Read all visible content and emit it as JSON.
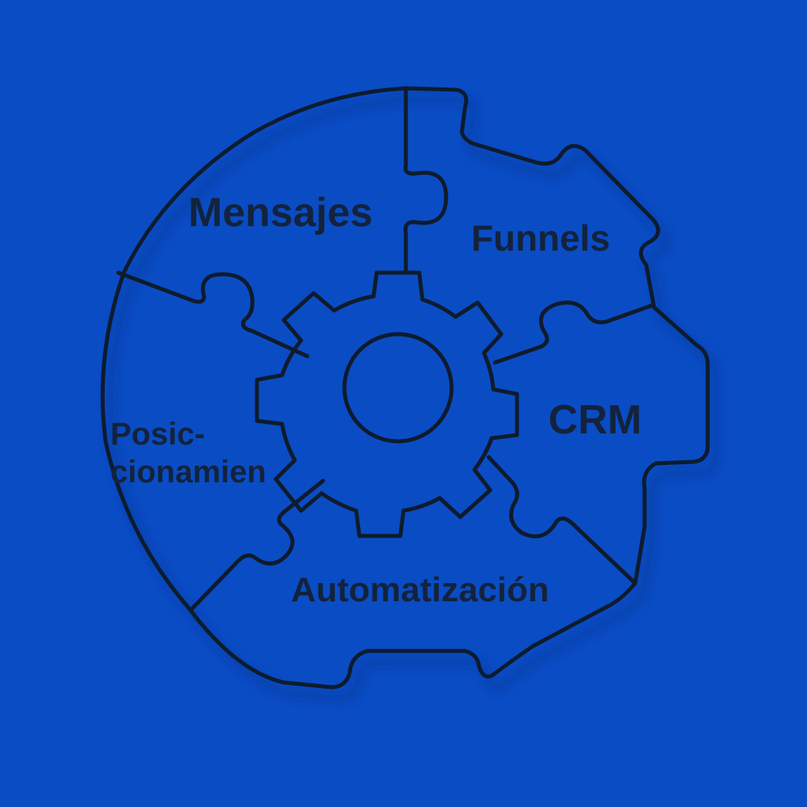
{
  "diagram": {
    "background_color": "#0a4cc4",
    "piece_color": "#f7f8fa",
    "outline_color": "#0f1b2d",
    "text_color": "#13233c",
    "center_icon": "gear-icon",
    "segments": [
      {
        "id": "mensajes",
        "label": "Mensajes"
      },
      {
        "id": "funnels",
        "label": "Funnels"
      },
      {
        "id": "crm",
        "label": "CRM"
      },
      {
        "id": "automatizacion",
        "label": "Automatización"
      },
      {
        "id": "posicionamiento",
        "label_lines": [
          "Posic-",
          "cionamien"
        ]
      }
    ]
  }
}
